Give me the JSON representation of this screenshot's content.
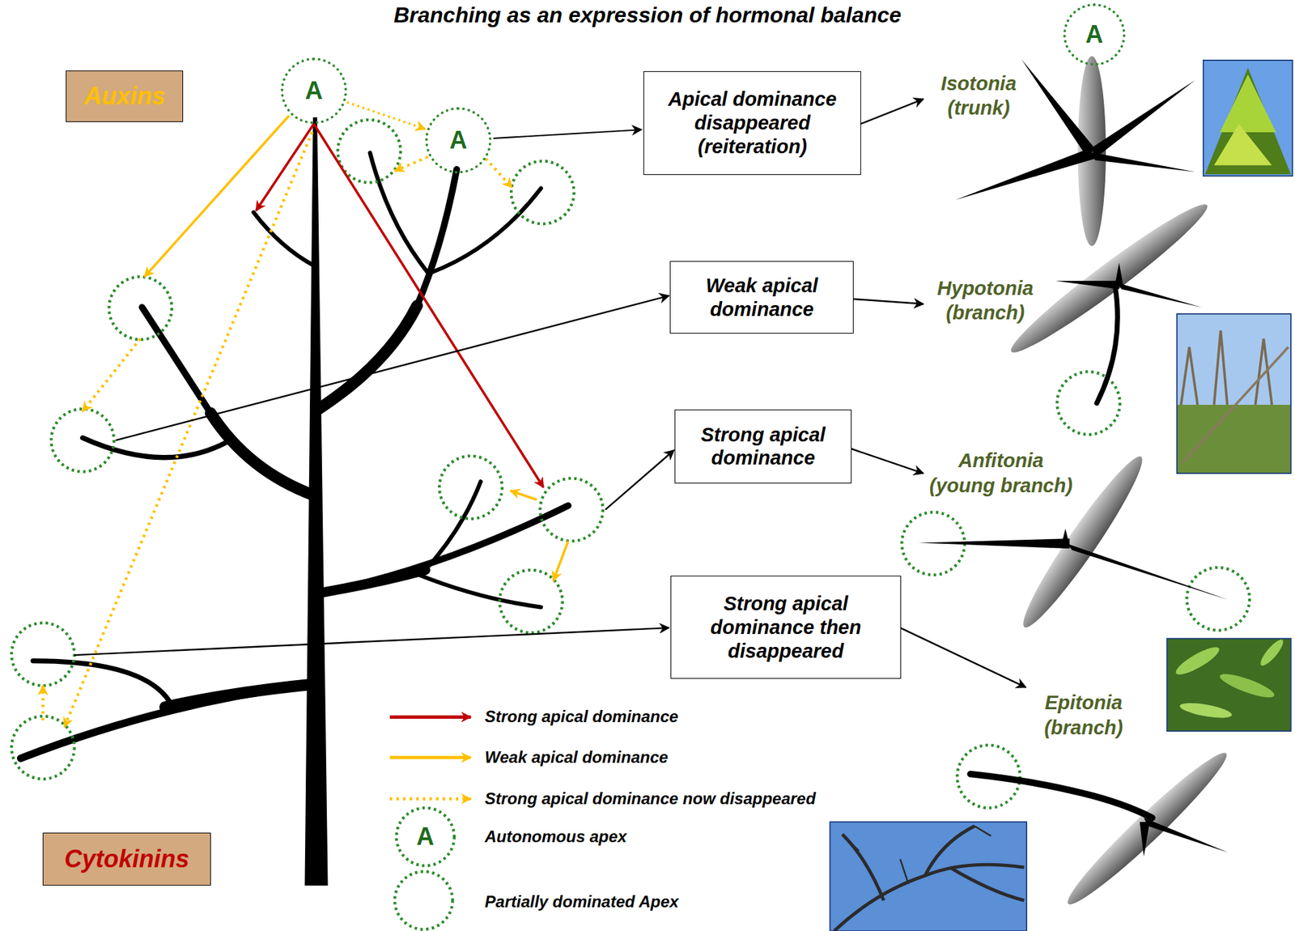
{
  "diagram": {
    "title": "Branching as an expression of hormonal balance",
    "nodes": [
      {
        "text": [
          "Auxins"
        ]
      },
      {
        "text": [
          "A"
        ]
      },
      {
        "text": [
          "A"
        ]
      },
      {
        "text": [
          "Apical dominance disappeared (reiteration)"
        ]
      },
      {
        "text": [
          "A"
        ]
      },
      {
        "text": [
          "Weak apical dominance"
        ]
      },
      {
        "text": [
          "Strong apical dominance"
        ]
      },
      {
        "text": [
          "Strong apical dominance then disappeared"
        ]
      },
      {
        "text": [
          "Cytokinins"
        ]
      }
    ],
    "edges": [
      {
        "from": 1,
        "to": 2,
        "arrow": "to"
      },
      {
        "from": 2,
        "to": 3,
        "arrow": "to"
      }
    ],
    "labels": [
      "Isotonia (trunk)",
      "Hypotonia (branch)",
      "Anfitonia (young branch)",
      "Epitonia (branch)",
      "A"
    ],
    "legend": [
      {
        "text": "Strong apical dominance"
      },
      {
        "text": "Weak apical dominance"
      },
      {
        "text": "Strong apical dominance now disappeared"
      },
      {
        "text": "Autonomous apex"
      },
      {
        "text": "Partially dominated Apex"
      }
    ]
  }
}
